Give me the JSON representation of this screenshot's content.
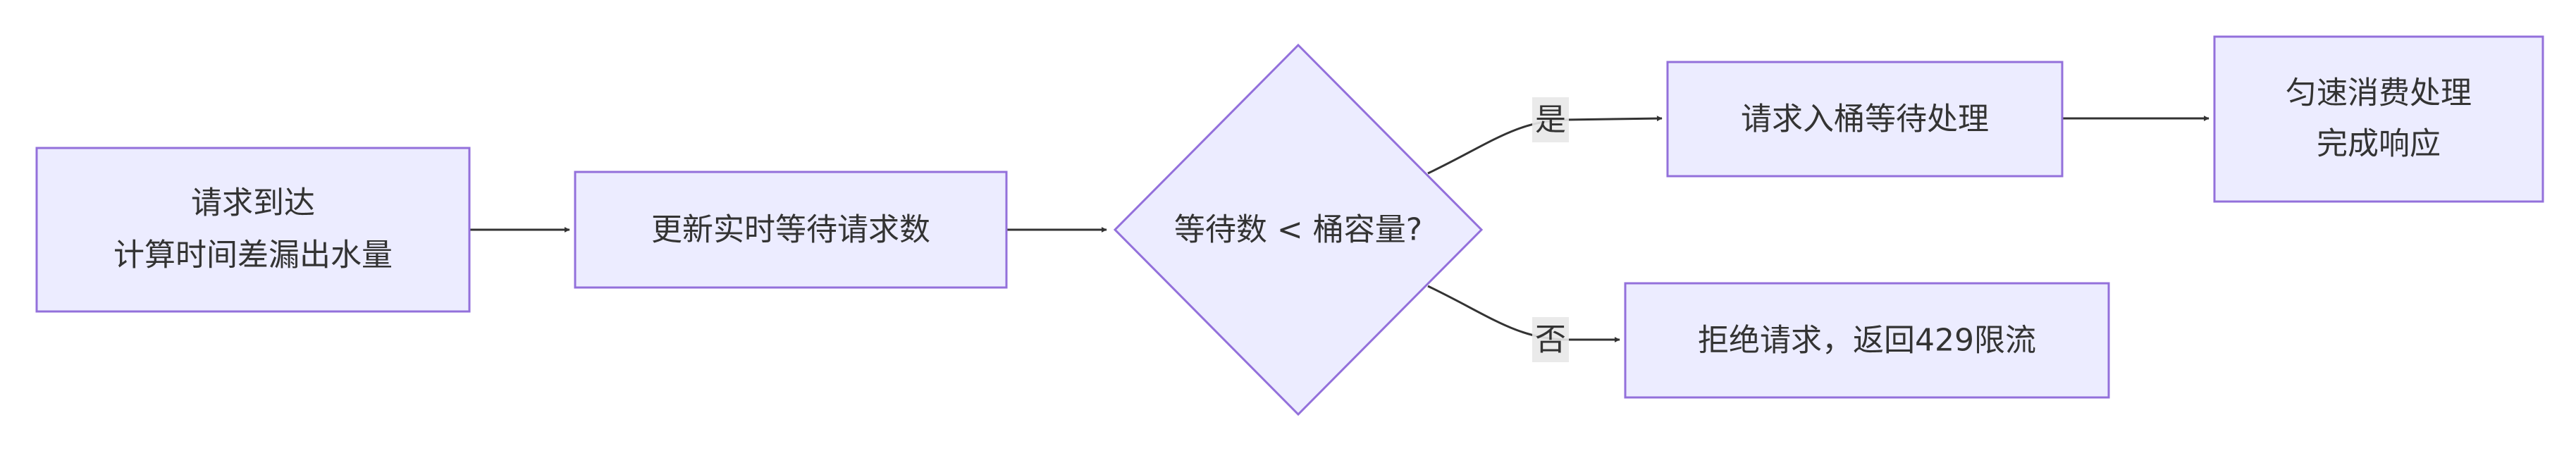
{
  "nodes": {
    "arrive": {
      "line1": "请求到达",
      "line2": "计算时间差漏出水量"
    },
    "update": {
      "label": "更新实时等待请求数"
    },
    "decision": {
      "label": "等待数 < 桶容量?"
    },
    "enqueue": {
      "label": "请求入桶等待处理"
    },
    "consume": {
      "line1": "匀速消费处理",
      "line2": "完成响应"
    },
    "reject": {
      "label": "拒绝请求，返回429限流"
    }
  },
  "edges": {
    "yes_label": "是",
    "no_label": "否"
  }
}
